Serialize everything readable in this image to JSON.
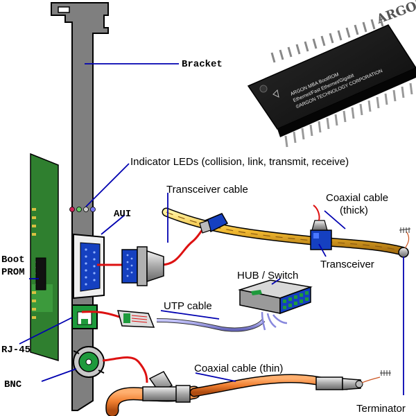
{
  "labels": {
    "bracket": "Bracket",
    "indicator_leds": "Indicator LEDs (collision, link, transmit, receive)",
    "aui": "AUI",
    "boot_prom_line1": "Boot",
    "boot_prom_line2": "PROM",
    "rj45": "RJ-45",
    "bnc": "BNC",
    "transceiver_cable": "Transceiver cable",
    "coaxial_thick_line1": "Coaxial cable",
    "coaxial_thick_line2": "(thick)",
    "transceiver": "Transceiver",
    "hub_switch": "HUB / Switch",
    "utp_cable": "UTP cable",
    "coaxial_thin": "Coaxial cable (thin)",
    "terminator": "Terminator"
  },
  "chip": {
    "line1": "ARGON MBA BootROM",
    "line2": "Ethernet/Fast Ethernet/Gigabit",
    "line3": "©ARGON TECHNOLOGY CORPORATION",
    "logo": "ARGON"
  },
  "leds": {
    "count": 4,
    "colors": [
      "#cc2255",
      "#66cc66",
      "#cccccc",
      "#7777ee"
    ]
  },
  "colors": {
    "bracket": "#7f7f7f",
    "pcb": "#2f7f2f",
    "thick_coax": "#f0b830",
    "thin_coax": "#f07f30",
    "utp_cable": "#8888dd",
    "connector_blue": "#1540c0",
    "leader_line": "#0000b0",
    "red_wire": "#dd1111"
  }
}
